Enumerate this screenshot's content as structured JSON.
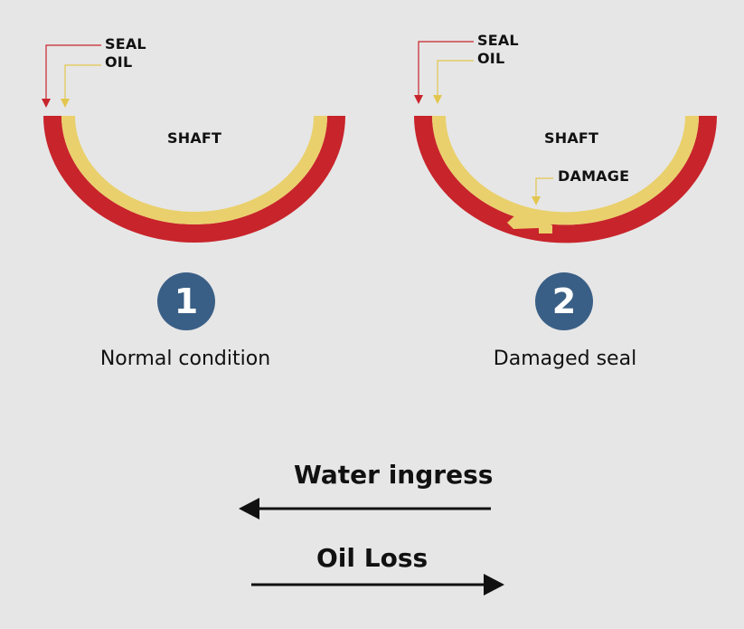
{
  "colors": {
    "background": "#e6e6e6",
    "seal": "#c8242b",
    "oil": "#ead06c",
    "badge": "#3a5f86",
    "text": "#111111"
  },
  "panels": [
    {
      "seal_label": "SEAL",
      "oil_label": "OIL",
      "shaft_label": "SHAFT",
      "number": "1",
      "caption": "Normal condition"
    },
    {
      "seal_label": "SEAL",
      "oil_label": "OIL",
      "shaft_label": "SHAFT",
      "damage_label": "DAMAGE",
      "number": "2",
      "caption": "Damaged seal"
    }
  ],
  "flows": {
    "water_label": "Water ingress",
    "water_direction": "left",
    "oil_label": "Oil Loss",
    "oil_direction": "right"
  }
}
